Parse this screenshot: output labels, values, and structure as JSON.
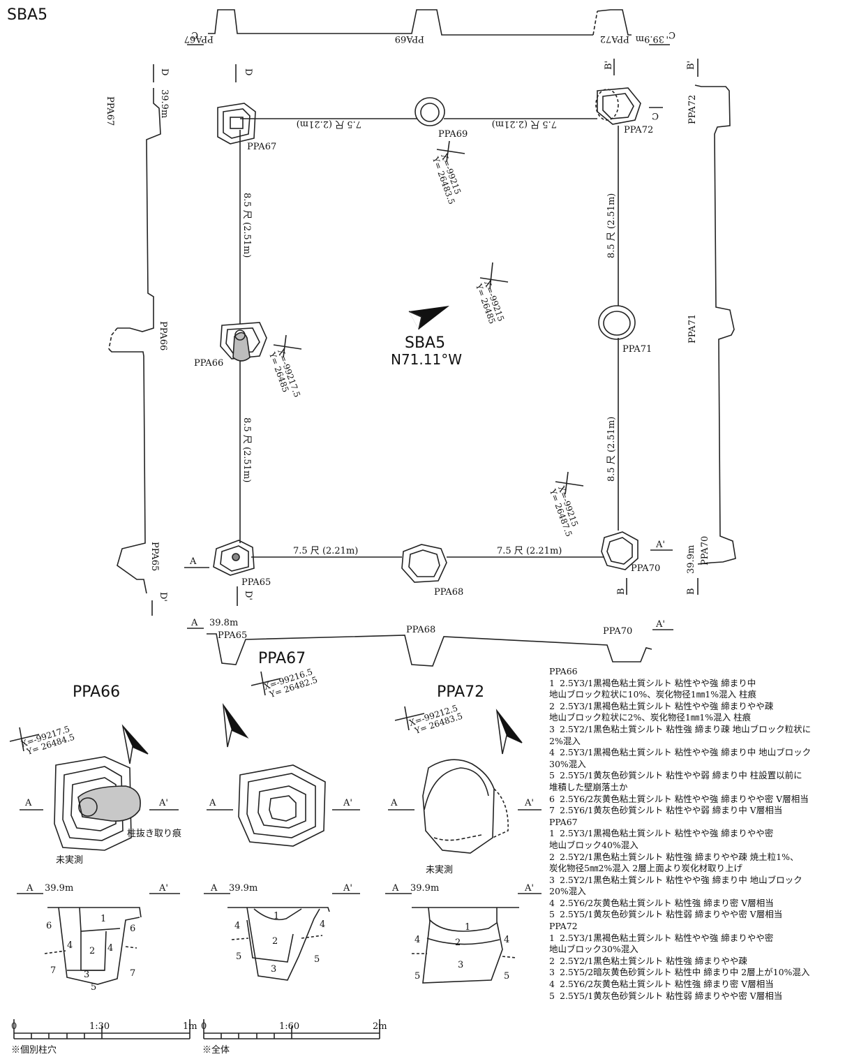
{
  "figure": {
    "title": "SBA5",
    "center_label": "SBA5",
    "orientation": "N71.11°W"
  },
  "plan": {
    "postholes": [
      "PPA65",
      "PPA66",
      "PPA67",
      "PPA68",
      "PPA69",
      "PPA70",
      "PPA71",
      "PPA72"
    ],
    "spans": {
      "bottom_left": "7.5 尺 (2.21m)",
      "bottom_right": "7.5 尺 (2.21m)",
      "top_left": "7.5 尺 (2.21m)",
      "top_right": "7.5 尺 (2.21m)",
      "left_upper": "8.5 尺 (2.51m)",
      "left_lower": "8.5 尺 (2.51m)",
      "right_upper": "8.5 尺 (2.51m)",
      "right_lower": "8.5 尺 (2.51m)"
    },
    "coords": [
      {
        "x": "X=-99215",
        "y": "Y= 26483.5"
      },
      {
        "x": "X=-99215",
        "y": "Y= 26485"
      },
      {
        "x": "X=-99217.5",
        "y": "Y= 26485"
      },
      {
        "x": "X=-99215",
        "y": "Y= 26487.5"
      }
    ],
    "section_marks": {
      "A": "A",
      "A2": "A'",
      "B": "B",
      "B2": "B'",
      "C": "C",
      "C2": "C'",
      "D": "D",
      "D2": "D'"
    },
    "elevations": {
      "A": "39.8m",
      "B": "39.9m",
      "C": "39.9m",
      "D": "39.9m"
    }
  },
  "details": [
    {
      "name": "PPA66",
      "coord_x": "X=-99217.5",
      "coord_y": "Y= 26484.5",
      "notes": [
        "柱抜き取り痕",
        "未実測"
      ],
      "elev": "39.9m",
      "layers": [
        "1",
        "2",
        "3",
        "4",
        "5",
        "6",
        "7"
      ]
    },
    {
      "name": "PPA67",
      "coord_x": "X=-99216.5",
      "coord_y": "Y= 26482.5",
      "notes": [],
      "elev": "39.9m",
      "layers": [
        "1",
        "2",
        "3",
        "4",
        "5"
      ]
    },
    {
      "name": "PPA72",
      "coord_x": "X=-99212.5",
      "coord_y": "Y= 26483.5",
      "notes": [
        "未実測"
      ],
      "elev": "39.9m",
      "layers": [
        "1",
        "2",
        "3",
        "4",
        "5"
      ]
    }
  ],
  "scales": [
    {
      "label": "1:30",
      "start": "0",
      "end": "1m",
      "note": "※個別柱穴"
    },
    {
      "label": "1:60",
      "start": "0",
      "end": "2m",
      "note": "※全体"
    }
  ],
  "legend": [
    {
      "title": "PPA66",
      "items": [
        [
          "1",
          "2.5Y3/1黒褐色粘土質シルト 粘性やや強 締まり中",
          "地山ブロック粒状に10%、炭化物径1㎜1%混入 柱痕"
        ],
        [
          "2",
          "2.5Y3/1黒褐色粘土質シルト 粘性やや強 締まりやや疎",
          "地山ブロック粒状に2%、炭化物径1㎜1%混入 柱痕"
        ],
        [
          "3",
          "2.5Y2/1黒色粘土質シルト 粘性強 締まり疎 地山ブロック粒状に",
          "2%混入"
        ],
        [
          "4",
          "2.5Y3/1黒褐色粘土質シルト 粘性やや強 締まり中 地山ブロック",
          "30%混入"
        ],
        [
          "5",
          "2.5Y5/1黄灰色砂質シルト 粘性やや弱 締まり中 柱設置以前に",
          "堆積した壁崩落土か"
        ],
        [
          "6",
          "2.5Y6/2灰黄色粘土質シルト 粘性やや強 締まりやや密 Ⅴ層相当",
          ""
        ],
        [
          "7",
          "2.5Y6/1黄灰色砂質シルト 粘性やや弱 締まり中 Ⅴ層相当",
          ""
        ]
      ]
    },
    {
      "title": "PPA67",
      "items": [
        [
          "1",
          "2.5Y3/1黒褐色粘土質シルト 粘性やや強 締まりやや密",
          "地山ブロック40%混入"
        ],
        [
          "2",
          "2.5Y2/1黒色粘土質シルト 粘性強 締まりやや疎 焼土粒1%、",
          "炭化物径5㎜2%混入 2層上面より炭化材取り上げ"
        ],
        [
          "3",
          "2.5Y2/1黒色粘土質シルト 粘性やや強 締まり中 地山ブロック",
          "20%混入"
        ],
        [
          "4",
          "2.5Y6/2灰黄色粘土質シルト 粘性強 締まり密 Ⅴ層相当",
          ""
        ],
        [
          "5",
          "2.5Y5/1黄灰色砂質シルト 粘性弱 締まりやや密 Ⅴ層相当",
          ""
        ]
      ]
    },
    {
      "title": "PPA72",
      "items": [
        [
          "1",
          "2.5Y3/1黒褐色粘土質シルト 粘性やや強 締まりやや密",
          "地山ブロック30%混入"
        ],
        [
          "2",
          "2.5Y2/1黒色粘土質シルト 粘性強 締まりやや疎",
          ""
        ],
        [
          "3",
          "2.5Y5/2暗灰黄色砂質シルト 粘性中 締まり中 2層上が10%混入",
          ""
        ],
        [
          "4",
          "2.5Y6/2灰黄色粘土質シルト 粘性強 締まり密 Ⅴ層相当",
          ""
        ],
        [
          "5",
          "2.5Y5/1黄灰色砂質シルト 粘性弱 締まりやや密 Ⅴ層相当",
          ""
        ]
      ]
    }
  ]
}
